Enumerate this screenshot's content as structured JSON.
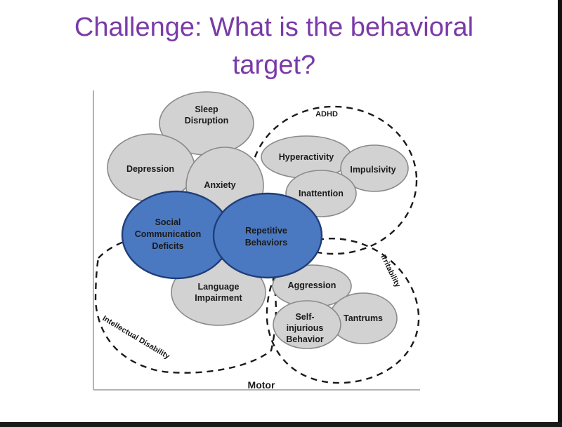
{
  "slide": {
    "title_line1": "Challenge: What is the behavioral",
    "title_line2": "target?"
  },
  "diagram": {
    "labels": {
      "sleep_line1": "Sleep",
      "sleep_line2": "Disruption",
      "depression": "Depression",
      "anxiety": "Anxiety",
      "hyperactivity": "Hyperactivity",
      "impulsivity": "Impulsivity",
      "inattention": "Inattention",
      "social_line1": "Social",
      "social_line2": "Communication",
      "social_line3": "Deficits",
      "repetitive_line1": "Repetitive",
      "repetitive_line2": "Behaviors",
      "language_line1": "Language",
      "language_line2": "Impairment",
      "aggression": "Aggression",
      "self_line1": "Self-",
      "self_line2": "injurious",
      "self_line3": "Behavior",
      "tantrums": "Tantrums",
      "adhd": "ADHD",
      "irritability": "Irritability",
      "intellectual_disability": "Intellectual Disability",
      "motor": "Motor"
    },
    "colors": {
      "gray_fill": "#d2d2d2",
      "gray_stroke": "#8a8a8a",
      "blue_fill": "#4b79c1",
      "blue_stroke": "#1f3e7a",
      "frame": "#b3b3b3",
      "title": "#7a3aa8"
    }
  }
}
